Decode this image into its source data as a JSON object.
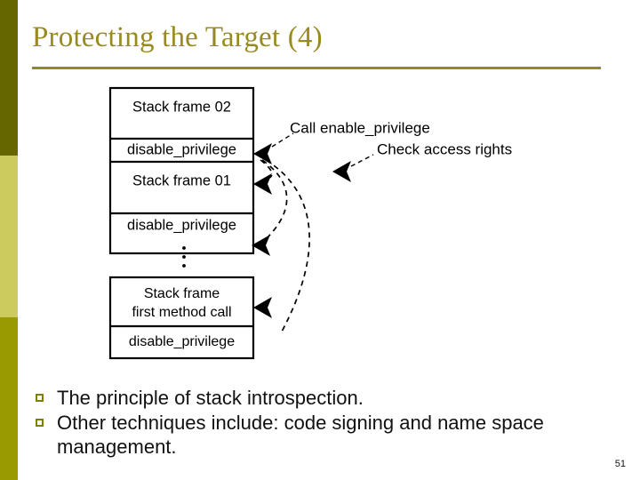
{
  "slide": {
    "title": "Protecting the Target (4)",
    "page_number": "51",
    "accent_colors": {
      "title": "#998a1f",
      "rule": "#8f8a26",
      "sidebar_top": "#666600",
      "sidebar_mid": "#cccc5e",
      "sidebar_bottom": "#999900",
      "bullet_marker": "#808000",
      "diagram_stroke": "#000000"
    }
  },
  "diagram": {
    "name": "stack-introspection-diagram",
    "stack_top": {
      "rows": [
        {
          "label": "Stack frame 02"
        },
        {
          "label": "disable_privilege"
        },
        {
          "label": "Stack frame 01"
        },
        {
          "label": "disable_privilege"
        }
      ]
    },
    "ellipsis": "⋮",
    "stack_bottom": {
      "rows": [
        {
          "label_line1": "Stack frame",
          "label_line2": "first method call"
        },
        {
          "label": "disable_privilege"
        }
      ]
    },
    "annotations": [
      {
        "id": "call-enable-privilege",
        "label": "Call enable_privilege"
      },
      {
        "id": "check-access-rights",
        "label": "Check access rights"
      }
    ]
  },
  "bullets": [
    {
      "text": "The principle of stack introspection."
    },
    {
      "text": "Other techniques include: code signing and name space management."
    }
  ]
}
